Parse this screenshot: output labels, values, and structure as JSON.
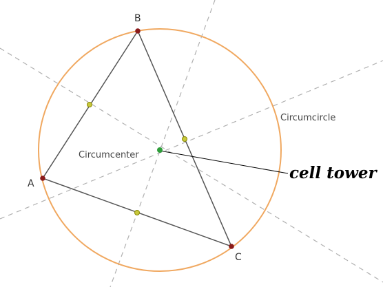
{
  "vertices": {
    "a": "A",
    "b": "B",
    "c": "C"
  },
  "labels": {
    "circumcenter": "Circumcenter",
    "circumcircle": "Circumcircle",
    "callout": "cell tower"
  },
  "colors": {
    "circle": "#f0a860",
    "triangle": "#555555",
    "bisector": "#b0b0b0",
    "vertex_point": "#8b1a1a",
    "midpoint": "#c8c83c",
    "center_point": "#2e9e3a",
    "callout_line": "#000000"
  }
}
